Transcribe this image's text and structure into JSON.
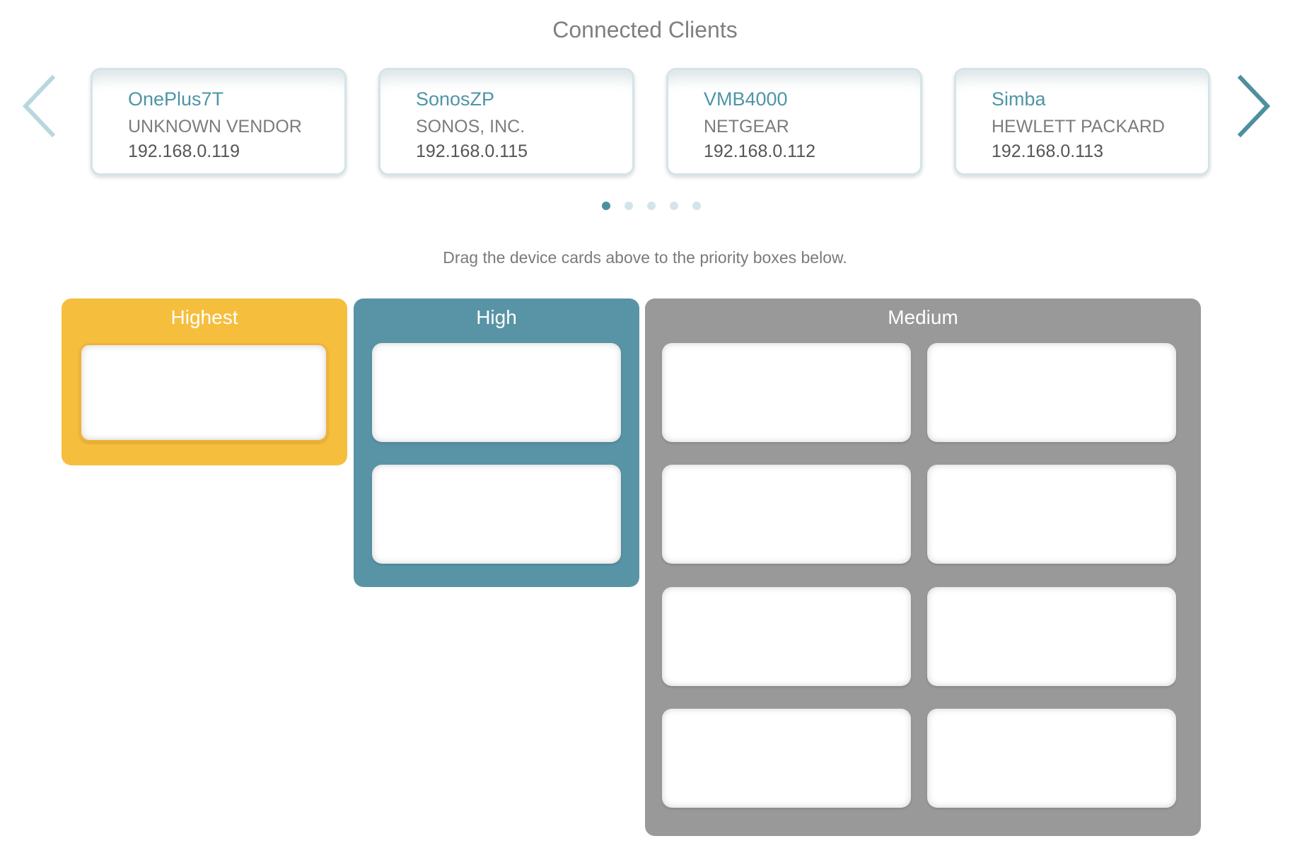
{
  "header": {
    "title": "Connected Clients"
  },
  "carousel": {
    "prev_icon": "chevron-left-icon",
    "next_icon": "chevron-right-icon",
    "cards": [
      {
        "name": "OnePlus7T",
        "vendor": "UNKNOWN VENDOR",
        "ip": "192.168.0.119"
      },
      {
        "name": "SonosZP",
        "vendor": "SONOS, INC.",
        "ip": "192.168.0.115"
      },
      {
        "name": "VMB4000",
        "vendor": "NETGEAR",
        "ip": "192.168.0.112"
      },
      {
        "name": "Simba",
        "vendor": "HEWLETT PACKARD",
        "ip": "192.168.0.113"
      }
    ],
    "page_count": 5,
    "active_page": 1
  },
  "instruction": "Drag the device cards above to the priority boxes below.",
  "priority": {
    "highest": {
      "label": "Highest",
      "slot_count": 1
    },
    "high": {
      "label": "High",
      "slot_count": 2
    },
    "medium": {
      "label": "Medium",
      "slot_count": 8
    }
  },
  "colors": {
    "accent": "#4e95a6",
    "highest": "#f6be3d",
    "high": "#5894a6",
    "medium": "#999999",
    "dot_active": "#4e8f9e",
    "dot_inactive": "#d3e5e9"
  }
}
